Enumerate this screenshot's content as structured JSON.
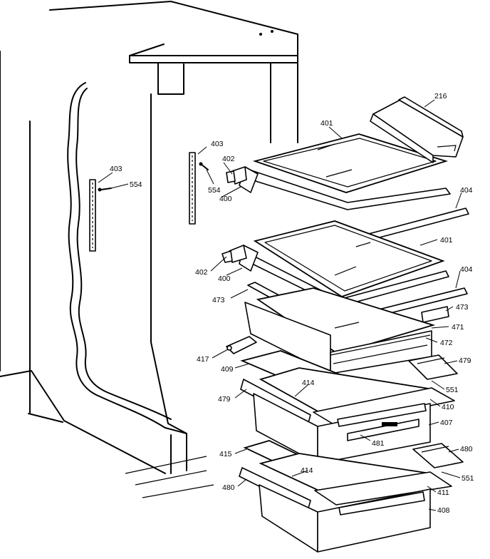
{
  "labels": {
    "l216": "216",
    "l401a": "401",
    "l401b": "401",
    "l403a": "403",
    "l403b": "403",
    "l402a": "402",
    "l402b": "402",
    "l554a": "554",
    "l554b": "554",
    "l400a": "400",
    "l400b": "400",
    "l404a": "404",
    "l404b": "404",
    "l473a": "473",
    "l473b": "473",
    "l471": "471",
    "l472": "472",
    "l417": "417",
    "l409": "409",
    "l479a": "479",
    "l479b": "479",
    "l414a": "414",
    "l414b": "414",
    "l551a": "551",
    "l551b": "551",
    "l410": "410",
    "l407": "407",
    "l481": "481",
    "l415": "415",
    "l480a": "480",
    "l480b": "480",
    "l411": "411",
    "l408": "408"
  }
}
